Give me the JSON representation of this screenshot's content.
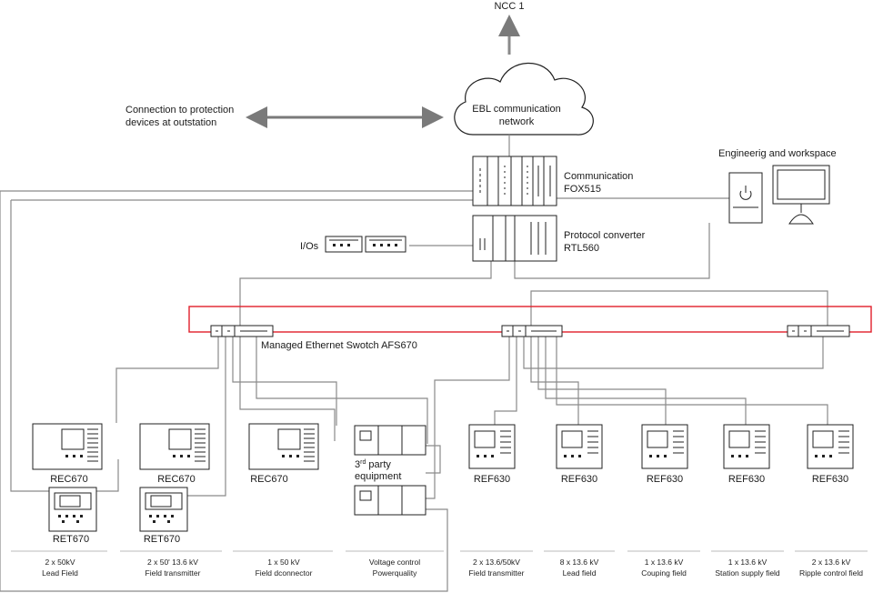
{
  "top": {
    "ncc": "NCC 1",
    "cloud_line1": "EBL communication",
    "cloud_line2": "network",
    "protection_line1": "Connection to protection",
    "protection_line2": "devices at outstation"
  },
  "center": {
    "fox_line1": "Communication",
    "fox_line2": "FOX515",
    "rtl_line1": "Protocol converter",
    "rtl_line2": "RTL560",
    "ios": "I/Os",
    "workspace": "Engineerig and workspace",
    "switch": "Managed Ethernet Swotch AFS670"
  },
  "devices": {
    "rec1": "REC670",
    "ret1": "RET670",
    "rec2": "REC670",
    "ret2": "RET670",
    "rec3": "REC670",
    "party_line1a": "3",
    "party_sup": "rd",
    "party_line1b": " party",
    "party_line2": "equipment",
    "ref": [
      "REF630",
      "REF630",
      "REF630",
      "REF630",
      "REF630"
    ]
  },
  "bays": [
    {
      "line1": "2 x 50kV",
      "line2": "Lead Field"
    },
    {
      "line1": "2 x 50' 13.6 kV",
      "line2": "Field transmitter"
    },
    {
      "line1": "1 x 50 kV",
      "line2": "Field dconnector"
    },
    {
      "line1": "Voltage control",
      "line2": "Powerquality"
    },
    {
      "line1": "2 x 13.6/50kV",
      "line2": "Field transmitter"
    },
    {
      "line1": "8 x 13.6 kV",
      "line2": "Lead field"
    },
    {
      "line1": "1 x 13.6 kV",
      "line2": "Couping field"
    },
    {
      "line1": "1 x 13.6 kV",
      "line2": "Station supply field"
    },
    {
      "line1": "2 x 13.6 kV",
      "line2": "Ripple control field"
    }
  ],
  "colors": {
    "ring": "#e0202a",
    "wire": "#8a8a8a",
    "arrow": "#8a8a8a",
    "ink": "#222222"
  }
}
